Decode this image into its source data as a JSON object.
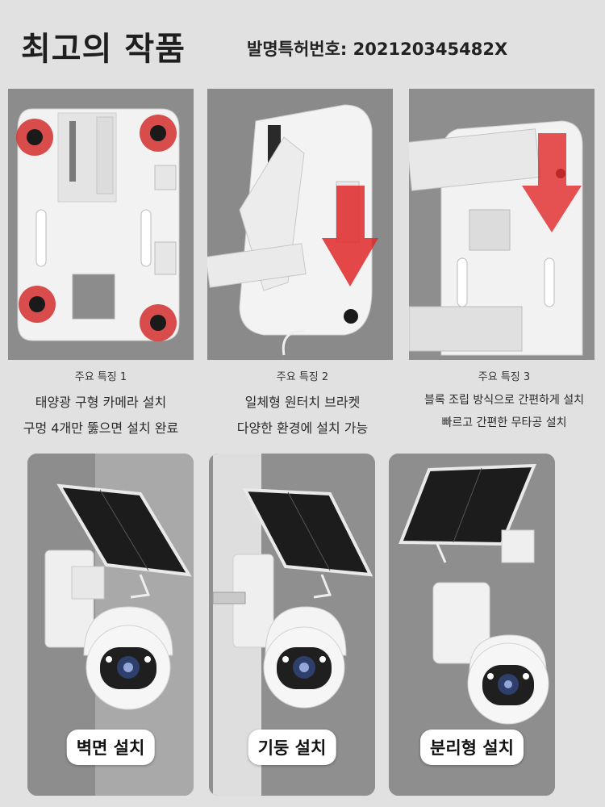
{
  "header": {
    "title": "최고의 작품",
    "patent": "발명특허번호: 202120345482X"
  },
  "features": [
    {
      "label": "주요 특징 1",
      "line1": "태양광 구형 카메라 설치",
      "line2": "구멍 4개만 뚫으면 설치 완료"
    },
    {
      "label": "주요 특징 2",
      "line1": "일체형 원터치 브라켓",
      "line2": "다양한 환경에 설치 가능"
    },
    {
      "label": "주요 특징 3",
      "line1": "블록 조립 방식으로 간편하게 설치",
      "line2": "빠르고 간편한 무타공 설치"
    }
  ],
  "installs": [
    {
      "label": "벽면 설치"
    },
    {
      "label": "기둥 설치"
    },
    {
      "label": "분리형 설치"
    }
  ],
  "colors": {
    "accent_red": "#e02020",
    "bracket_white": "#f2f2f2",
    "panel_dark": "#222222"
  }
}
